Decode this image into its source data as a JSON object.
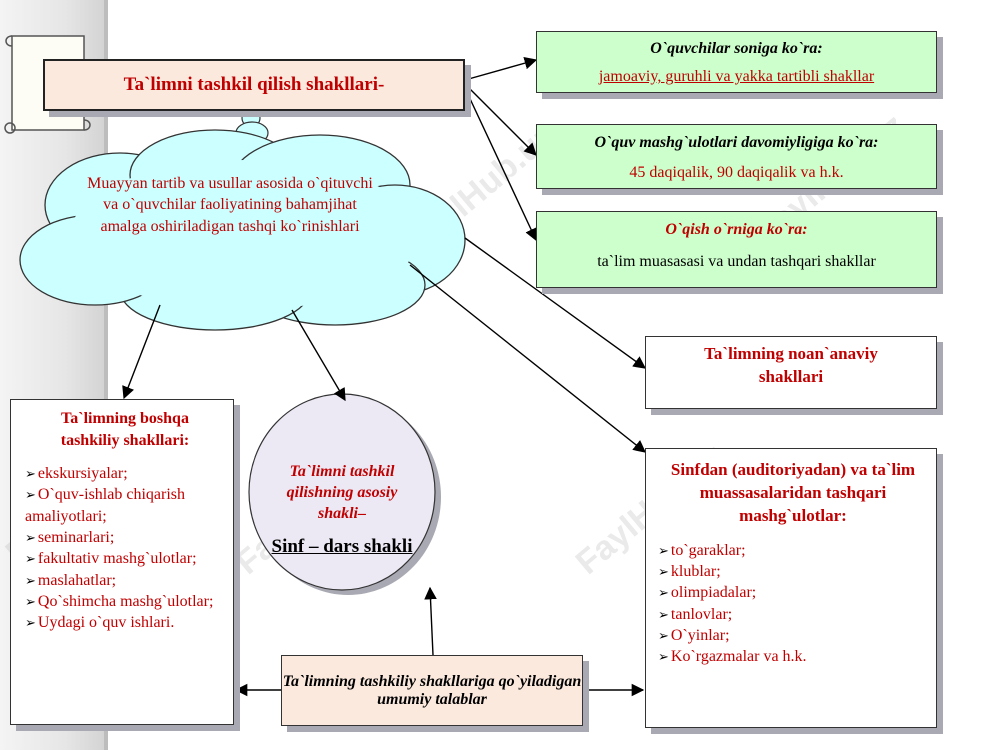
{
  "title": "Ta`limni tashkil qilish shakllari-",
  "watermark": "FaylHub.uz",
  "cloud": {
    "text": "Muayyan tartib va usullar asosida o`qituvchi va o`quvchilar faoliyatining bahamjihat amalga oshiriladigan tashqi ko`rinishlari"
  },
  "green_boxes": [
    {
      "heading": "O`quvchilar soniga ko`ra:",
      "body": "jamoaviy, guruhli va yakka tartibli shakllar"
    },
    {
      "heading": "O`quv mashg`ulotlari davomiyligiga ko`ra:",
      "body": "45 daqiqalik, 90 daqiqalik va h.k."
    },
    {
      "heading": "O`qish o`rniga ko`ra:",
      "body": "ta`lim muasasasi va undan tashqari  shakllar"
    }
  ],
  "nontraditional": {
    "label": "Ta`limning noan`anaviy shakllari"
  },
  "other_forms": {
    "heading": "Ta`limning boshqa tashkiliy shakllari:",
    "items": [
      "ekskursiyalar;",
      "O`quv-ishlab chiqarish amaliyotlari;",
      "seminarlari;",
      "fakultativ mashg`ulotlar;",
      "maslahatlar;",
      "Qo`shimcha mashg`ulotlar;",
      "Uydagi o`quv ishlari."
    ]
  },
  "main_form": {
    "subtitle": "Ta`limni tashkil qilishning asosiy shakli–",
    "label": "Sinf – dars shakli"
  },
  "extracurricular": {
    "heading": "Sinfdan (auditoriyadan) va ta`lim muassasalaridan tashqari mashg`ulotlar:",
    "items": [
      "to`garaklar;",
      "klublar;",
      "olimpiadalar;",
      "tanlovlar;",
      "O`yinlar;",
      "Ko`rgazmalar va h.k."
    ]
  },
  "requirements": {
    "label": "Ta`limning tashkiliy shakllariga qo`yiladigan umumiy talablar"
  },
  "colors": {
    "accent_red": "#c00000",
    "green_fill": "#ccffcc",
    "cloud_fill": "#ccffff",
    "peach_fill": "#fbe9de",
    "ellipse_fill": "#ece8f4"
  }
}
